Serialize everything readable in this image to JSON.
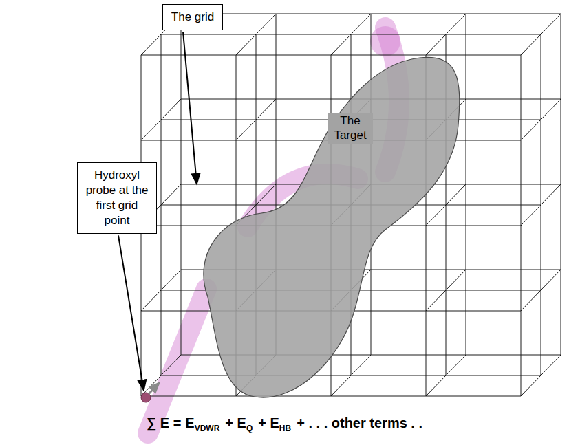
{
  "diagram": {
    "nodes": [
      {
        "text": [
          "The grid"
        ]
      },
      {
        "text": [
          "Hydroxyl probe at the first grid point"
        ]
      },
      {
        "text": [
          "The Target"
        ]
      }
    ],
    "labels": [
      "∑ E =",
      "E",
      "VDWR",
      "+ E",
      "Q",
      "+ E",
      "HB",
      "+ . . . other terms . ."
    ]
  }
}
